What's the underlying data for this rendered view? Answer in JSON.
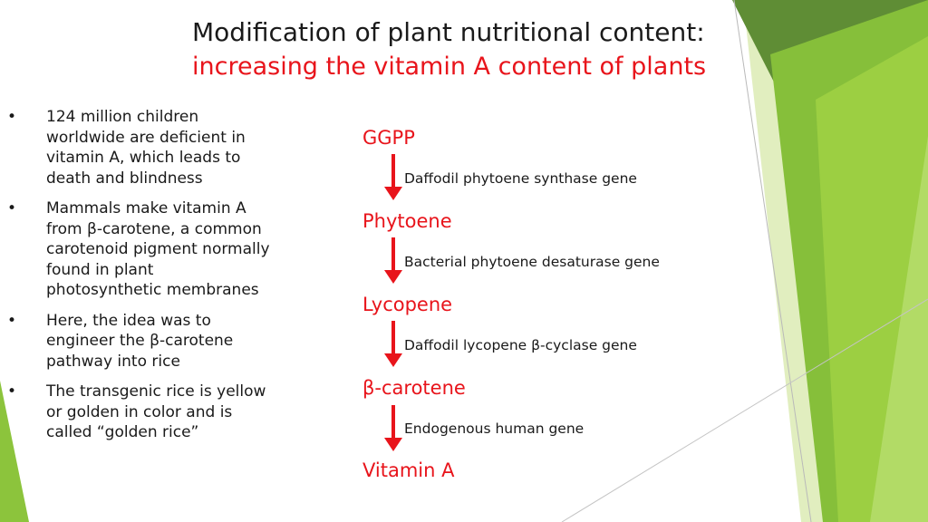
{
  "title": {
    "line1": "Modification of plant nutritional content:",
    "line2": "increasing the vitamin A content of plants"
  },
  "bullets": [
    {
      "marker": "•",
      "text": "124 million children worldwide are deficient in vitamin A, which leads to death and blindness"
    },
    {
      "marker": "•",
      "text": "Mammals make vitamin A from β-carotene, a common carotenoid pigment normally found in plant photosynthetic membranes"
    },
    {
      "marker": "•",
      "text": "Here, the idea was to engineer the β-carotene pathway into rice"
    },
    {
      "marker": "•",
      "text": "The transgenic rice is yellow or golden in color and is called “golden rice”"
    }
  ],
  "pathway": {
    "nodes": [
      "GGPP",
      "Phytoene",
      "Lycopene",
      "β-carotene",
      "Vitamin A"
    ],
    "genes": [
      "Daffodil phytoene synthase gene",
      "Bacterial phytoene desaturase gene",
      "Daffodil lycopene β-cyclase gene",
      "Endogenous human gene"
    ]
  },
  "colors": {
    "title": "#1a1a1a",
    "accent_red": "#e8141b",
    "green_dark": "#5e8a32",
    "green_mid": "#8cc43c",
    "green_light": "#c9e08f"
  }
}
